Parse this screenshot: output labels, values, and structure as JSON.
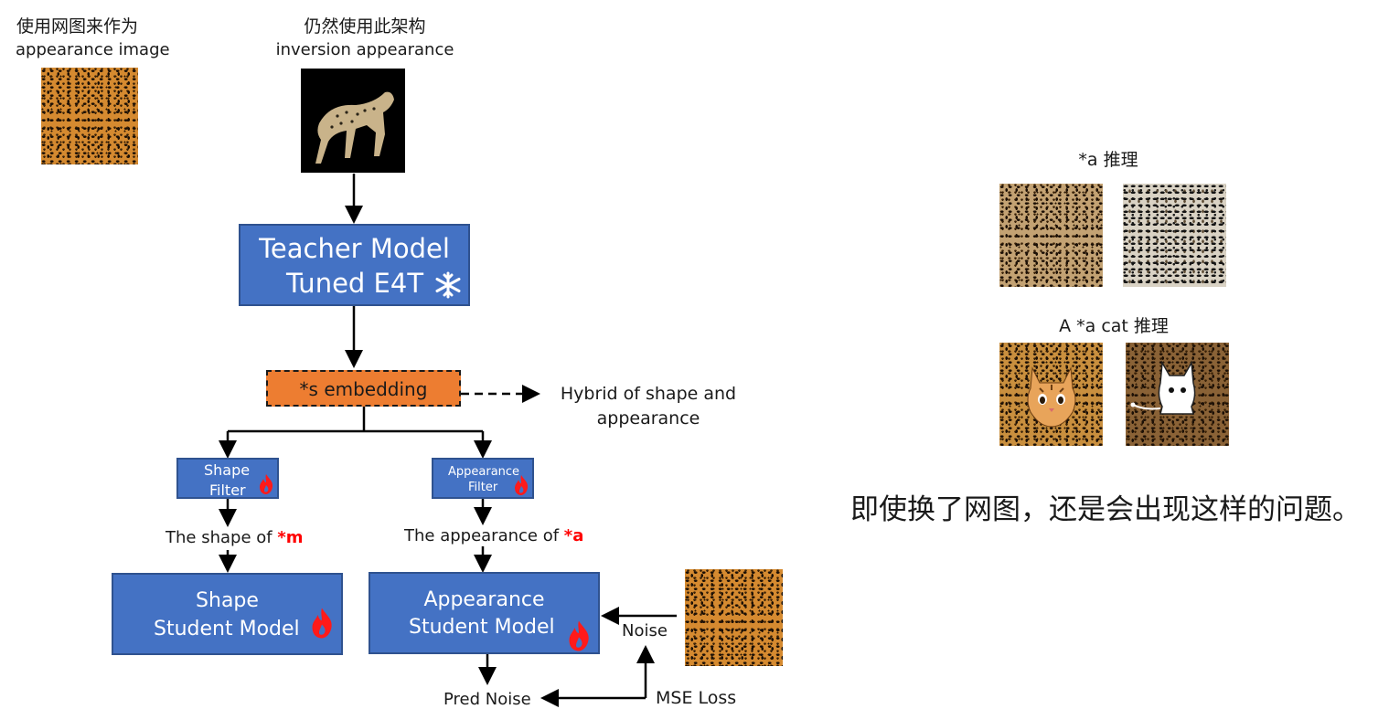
{
  "top": {
    "appearance_cn": "使用网图来作为",
    "appearance_en": "appearance image",
    "inversion_cn": "仍然使用此架构",
    "inversion_en": "inversion appearance"
  },
  "teacher": {
    "line1": "Teacher Model",
    "line2": "Tuned E4T"
  },
  "embedding": {
    "label": "*s embedding",
    "note_line1": "Hybrid of shape and",
    "note_line2": "appearance"
  },
  "shape_filter": {
    "line1": "Shape",
    "line2": "Filter"
  },
  "appearance_filter": {
    "line1": "Appearance",
    "line2": "Filter"
  },
  "shape_of": {
    "text": "The shape of ",
    "token": "*m"
  },
  "appearance_of": {
    "text": "The appearance of ",
    "token": "*a"
  },
  "shape_student": {
    "line1": "Shape",
    "line2": "Student Model"
  },
  "appearance_student": {
    "line1": "Appearance",
    "line2": "Student Model"
  },
  "noise": "Noise",
  "pred_noise": "Pred Noise",
  "mse_loss": "MSE Loss",
  "right": {
    "a_infer": "*a 推理",
    "a_cat_infer": "A *a cat 推理",
    "comment": "即使换了网图，还是会出现这样的问题。"
  },
  "colors": {
    "box_blue": "#4472c4",
    "box_border": "#2f528f",
    "embedding_orange": "#ed7d31",
    "token_red": "#ff0000",
    "flame": "#ff1a1a"
  }
}
